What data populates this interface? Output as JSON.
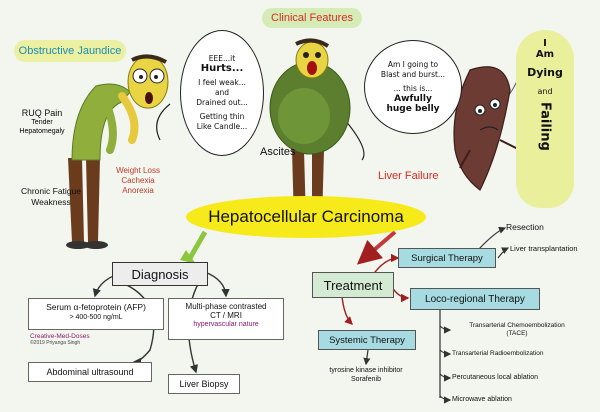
{
  "clinical_features": "Clinical Features",
  "obstructive_jaundice": "Obstructive Jaundice",
  "ruq_pain": {
    "title": "RUQ Pain",
    "sub1": "Tender",
    "sub2": "Hepatomegaly"
  },
  "chronic_fatigue": {
    "l1": "Chronic Fatigue",
    "l2": "Weakness"
  },
  "weight_loss": {
    "l1": "Weight Loss",
    "l2": "Cachexia",
    "l3": "Anorexia"
  },
  "bubble1": {
    "l1": "EEE...it",
    "l2": "Hurts...",
    "l3": "I feel weak...",
    "l4": "and",
    "l5": "Drained out...",
    "l6": "Getting thin",
    "l7": "Like Candle..."
  },
  "bubble2": {
    "l1": "Am I going to",
    "l2": "Blast and burst...",
    "l3": "... this is...",
    "l4": "Awfully",
    "l5": "huge belly"
  },
  "ascites": "Ascites",
  "liver_failure": "Liver Failure",
  "dying": {
    "l1": "I",
    "l2": "Am",
    "l3": "Dying",
    "l4": "and",
    "l5": "Failing"
  },
  "main_title": "Hepatocellular Carcinoma",
  "diagnosis": {
    "title": "Diagnosis",
    "afp_title": "Serum α-fetoprotein (AFP)",
    "afp_value": "> 400-500 ng/mL",
    "credit1": "Creative-Med-Doses",
    "credit2": "©2019 Priyanga Singh",
    "imaging_l1": "Multi-phase contrasted",
    "imaging_l2": "CT / MRI",
    "imaging_l3": "hypervascular nature",
    "ultrasound": "Abdominal ultrasound",
    "biopsy": "Liver Biopsy"
  },
  "treatment": {
    "title": "Treatment",
    "surgical": "Surgical Therapy",
    "resection": "Resection",
    "transplant": "Liver transplantation",
    "locoregional": "Loco-regional Therapy",
    "tace_l1": "Transarterial Chemoembolization",
    "tace_l2": "(TACE)",
    "tare": "Transarterial Radioembolization",
    "ablation": "Percutaneous local ablation",
    "microwave": "Microwave ablation",
    "systemic": "Systemic Therapy",
    "tki_l1": "tyrosine kinase inhibitor",
    "tki_l2": "Sorafenib"
  },
  "colors": {
    "yellow": "#f7ea1a",
    "green_pill": "#d6ecb7",
    "teal": "#a6dbe2",
    "red": "#d82c25",
    "purple": "#8a1a6e"
  }
}
